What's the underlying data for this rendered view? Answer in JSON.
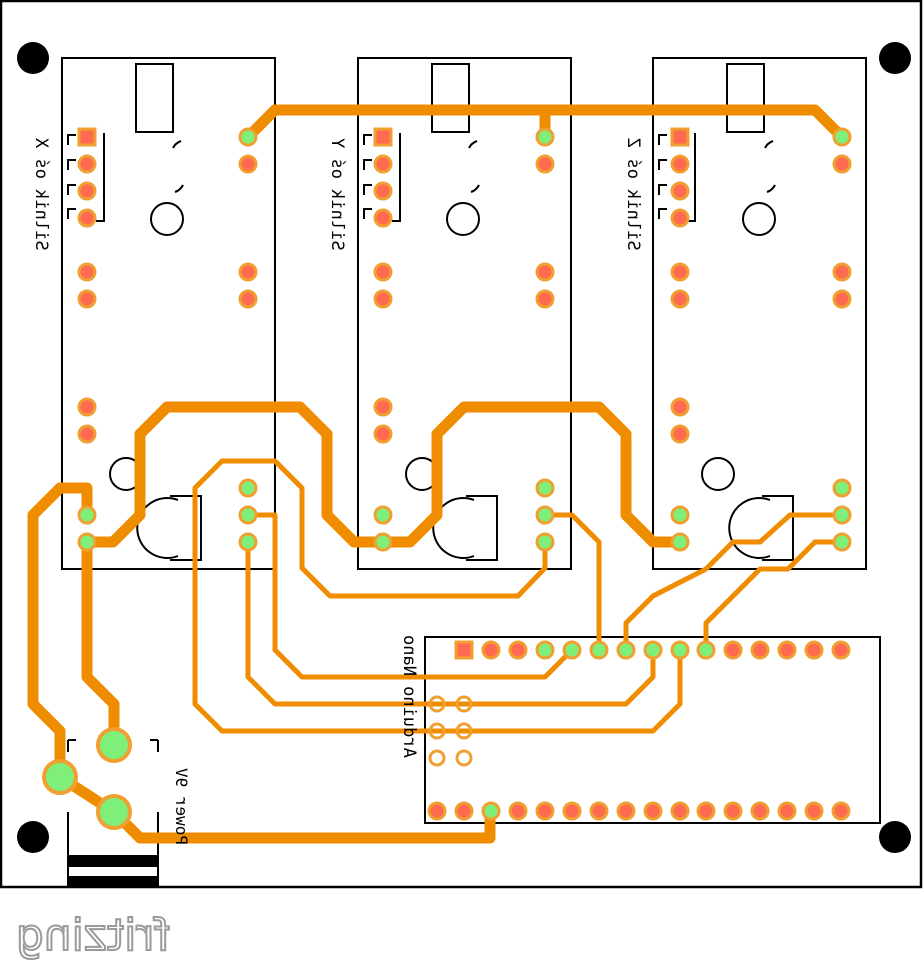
{
  "board": {
    "silkscreen_color": "#000000",
    "trace_color": "#f08c00",
    "pad_color": "#ff6a50",
    "pad_ring_color": "#f0a030",
    "connected_pad_color": "#7ef07a"
  },
  "drivers": [
    {
      "label": "Silnik oś X"
    },
    {
      "label": "Silnik oś Y"
    },
    {
      "label": "Silnik oś Z"
    }
  ],
  "arduino": {
    "label": "Arduino Nano"
  },
  "power": {
    "label": "Power 9V"
  },
  "brand": {
    "label": "fritzing"
  }
}
